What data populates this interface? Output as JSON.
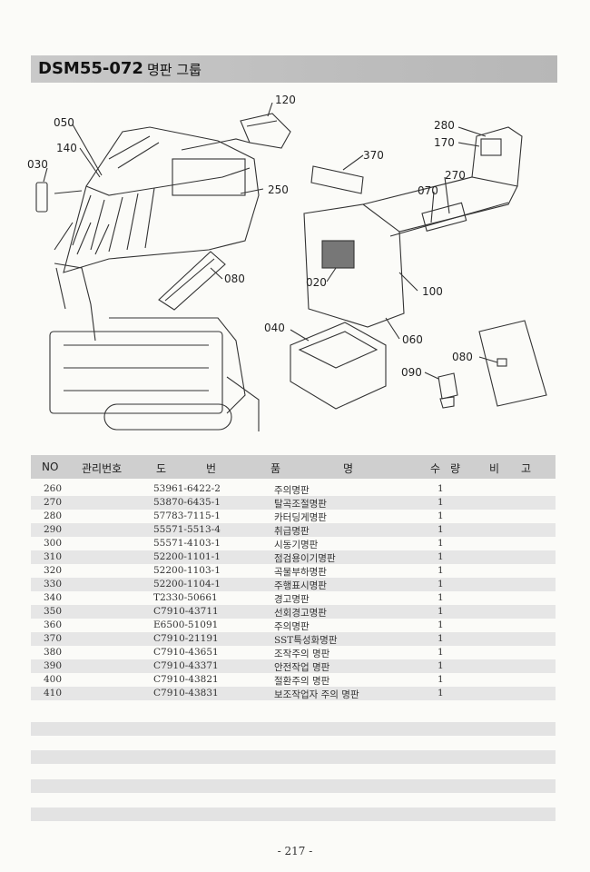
{
  "header": {
    "code": "DSM55-072",
    "name": "명판 그룹"
  },
  "callouts": {
    "c120": "120",
    "c050": "050",
    "c140": "140",
    "c030": "030",
    "c250": "250",
    "c080a": "080",
    "c280": "280",
    "c170": "170",
    "c370": "370",
    "c270": "270",
    "c070": "070",
    "c020": "020",
    "c100": "100",
    "c040": "040",
    "c060": "060",
    "c080b": "080",
    "c090": "090"
  },
  "table": {
    "headers": {
      "no": "NO",
      "mgmt": "관리번호",
      "part_a": "도",
      "part_b": "번",
      "name_a": "품",
      "name_b": "명",
      "qty_a": "수",
      "qty_b": "량",
      "remark_a": "비",
      "remark_b": "고"
    },
    "rows": [
      {
        "no": "260",
        "part": "53961-6422-2",
        "name": "주의명판",
        "qty": "1"
      },
      {
        "no": "270",
        "part": "53870-6435-1",
        "name": "탈곡조절명판",
        "qty": "1"
      },
      {
        "no": "280",
        "part": "57783-7115-1",
        "name": "카터딩게명판",
        "qty": "1"
      },
      {
        "no": "290",
        "part": "55571-5513-4",
        "name": "취급명판",
        "qty": "1"
      },
      {
        "no": "300",
        "part": "55571-4103-1",
        "name": "시동기명판",
        "qty": "1"
      },
      {
        "no": "310",
        "part": "52200-1101-1",
        "name": "점검용이기명판",
        "qty": "1"
      },
      {
        "no": "320",
        "part": "52200-1103-1",
        "name": "곡물부하명판",
        "qty": "1"
      },
      {
        "no": "330",
        "part": "52200-1104-1",
        "name": "주행표시명판",
        "qty": "1"
      },
      {
        "no": "340",
        "part": "T2330-50661",
        "name": "경고명판",
        "qty": "1"
      },
      {
        "no": "350",
        "part": "C7910-43711",
        "name": "선회경고명판",
        "qty": "1"
      },
      {
        "no": "360",
        "part": "E6500-51091",
        "name": "주의명판",
        "qty": "1"
      },
      {
        "no": "370",
        "part": "C7910-21191",
        "name": "SST특성화명판",
        "qty": "1"
      },
      {
        "no": "380",
        "part": "C7910-43651",
        "name": "조작주의 명판",
        "qty": "1"
      },
      {
        "no": "390",
        "part": "C7910-43371",
        "name": "안전작업 명판",
        "qty": "1"
      },
      {
        "no": "400",
        "part": "C7910-43821",
        "name": "절환주의 명판",
        "qty": "1"
      },
      {
        "no": "410",
        "part": "C7910-43831",
        "name": "보조작업자 주의 명판",
        "qty": "1"
      }
    ]
  },
  "footer": {
    "page": "- 217 -"
  }
}
